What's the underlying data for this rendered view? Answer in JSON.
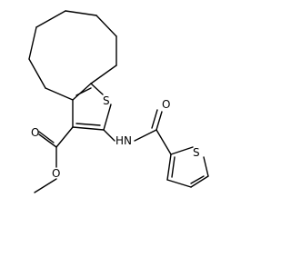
{
  "structure": {
    "atoms": {
      "s_ring": "S",
      "s_thiophene": "S",
      "nh": "HN",
      "o_carbonyl_amide": "O",
      "o_carbonyl_ester": "O",
      "o_ester": "O"
    }
  }
}
